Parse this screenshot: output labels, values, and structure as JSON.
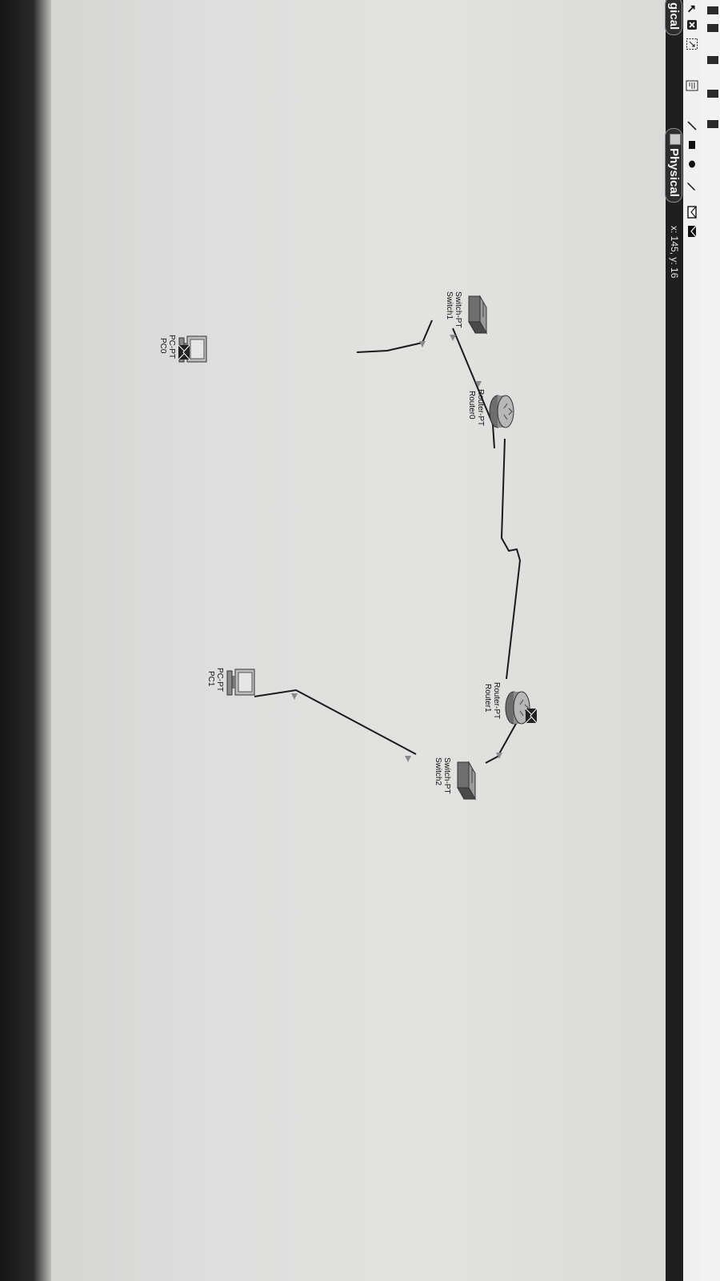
{
  "toolbar": {
    "tools": [
      "select-icon",
      "delete-icon",
      "zoom-select-icon",
      "note-icon",
      "line-icon",
      "rectangle-icon",
      "ellipse-icon",
      "freeform-icon",
      "simple-pdu-icon",
      "complex-pdu-icon"
    ]
  },
  "modebar": {
    "logical_label": "gical",
    "physical_label": "Physical",
    "coords": "x: 145, y: 16"
  },
  "devices": {
    "router0": {
      "model": "Router-PT",
      "name": "Router0"
    },
    "router1": {
      "model": "Router-PT",
      "name": "Router1"
    },
    "switch1": {
      "model": "Switch-PT",
      "name": "Switch1"
    },
    "switch2": {
      "model": "Switch-PT",
      "name": "Switch2"
    },
    "pc0": {
      "model": "PC-PT",
      "name": "PC0"
    },
    "pc1": {
      "model": "PC-PT",
      "name": "PC1"
    }
  },
  "colors": {
    "link": "#1a1a1a",
    "link_indicator": "#8a8a8a"
  }
}
